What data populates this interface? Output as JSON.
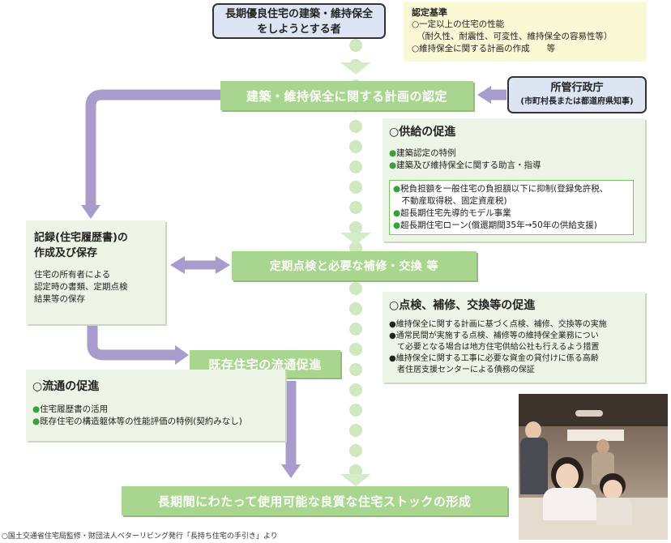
{
  "top_box": {
    "line1": "長期優良住宅の建築・維持保全",
    "line2": "をしようとする者"
  },
  "criteria": {
    "title": "認定基準",
    "lines": [
      "○一定以上の住宅の性能",
      "（耐久性、耐震性、可変性、維持保全の容易性等）",
      "○維持保全に関する計画の作成　　等"
    ]
  },
  "authority": {
    "title": "所管行政庁",
    "sub": "(市町村長または都道府県知事)"
  },
  "steps": {
    "plan_approval": "建築・維持保全に関する計画の認定",
    "inspection": "定期点検と必要な補修・交換 等",
    "distribution": "既存住宅の流通促進",
    "final": "長期間にわたって使用可能な良質な住宅ストックの形成"
  },
  "supply": {
    "title": "○供給の促進",
    "items": [
      "建築認定の特例",
      "建築及び維持保全に関する助言・指導"
    ],
    "tax_items": [
      "税負担額を一般住宅の負担額以下に抑制(登録免許税、",
      "　不動産取得税、固定資産税)",
      "超長期住宅先導的モデル事業",
      "超長期住宅ローン(償還期間35年→50年の供給支援)"
    ]
  },
  "record": {
    "title_line1": "記録(住宅履歴書)の",
    "title_line2": "作成及び保存",
    "lines": [
      "住宅の所有者による",
      "認定時の書類、定期点検",
      "結果等の保存"
    ]
  },
  "maintenance": {
    "title": "○点検、補修、交換等の促進",
    "lines": [
      "●維持保全に関する計画に基づく点検、補修、交換等の実施",
      "●通常民間が実施する点検、補修等の維持保全業務につい",
      "　て必要となる場合は地方住宅供給公社も行えるよう措置",
      "●維持保全に関する工事に必要な資金の貸付けに係る高齢",
      "　者住居支援センターによる債務の保証"
    ]
  },
  "circulation": {
    "title": "○流通の促進",
    "items": [
      "住宅履歴書の活用",
      "既存住宅の構造躯体等の性能評価の特例(契約みなし)"
    ]
  },
  "source": "○国土交通省住宅局監修・財団法人ベターリビング発行「長持ち住宅の手引き」より",
  "colors": {
    "band_green": "#a9d68e",
    "arrow_purple": "#a79ccc",
    "panel_green": "#edf5e6",
    "criteria_yellow": "#fbf8d6",
    "bullet_green": "#3aa03a"
  }
}
